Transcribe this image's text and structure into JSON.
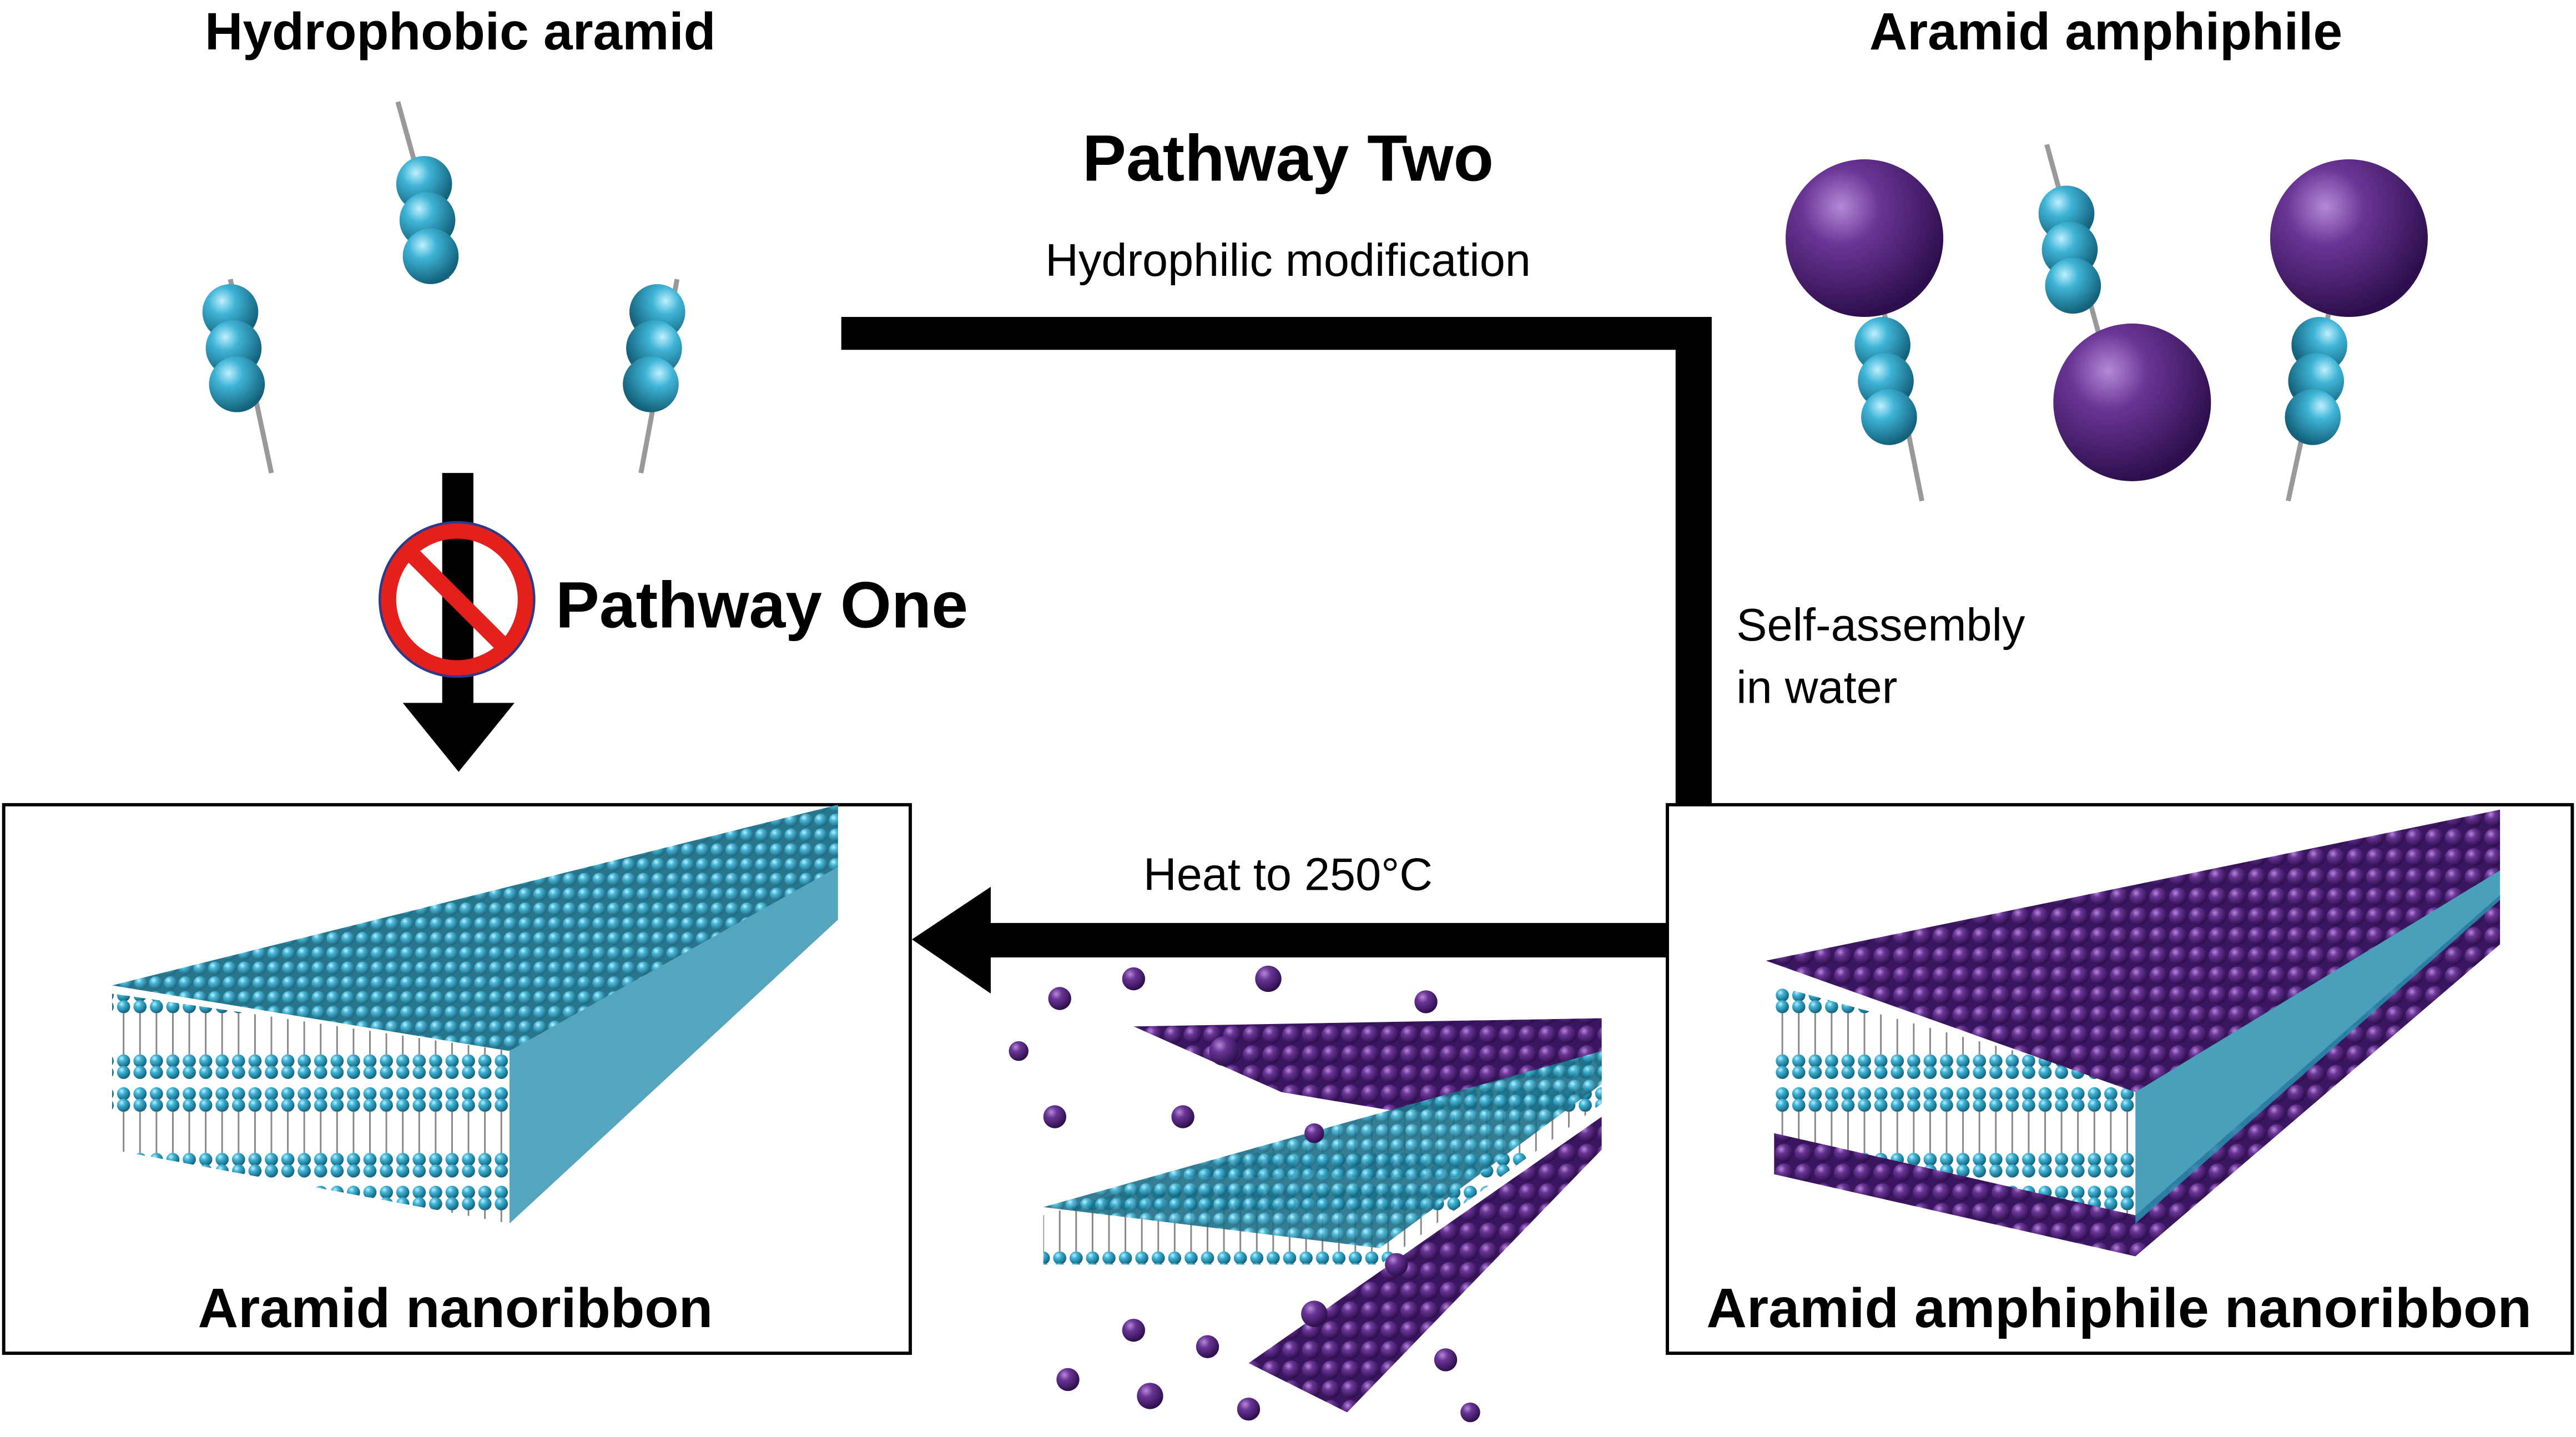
{
  "titles": {
    "hydrophobic": "Hydrophobic aramid",
    "amphiphile": "Aramid amphiphile"
  },
  "pathways": {
    "one": "Pathway One",
    "two": "Pathway Two",
    "two_step": "Hydrophilic modification",
    "assembly_line1": "Self-assembly",
    "assembly_line2": "in water",
    "heat": "Heat to 250°C"
  },
  "boxes": {
    "left": "Aramid nanoribbon",
    "right": "Aramid amphiphile nanoribbon"
  },
  "colors": {
    "aramid_blue": "#2a9bbd",
    "amphiphile_purple": "#5a2a86",
    "prohibited_red": "#e3201b",
    "arrow": "#000000"
  },
  "icons": [
    "prohibited-icon"
  ]
}
